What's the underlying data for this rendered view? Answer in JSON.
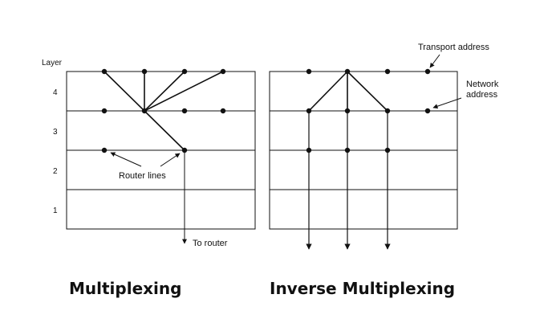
{
  "colors": {
    "ink": "#111111",
    "background": "#ffffff"
  },
  "layer_axis": {
    "title": "Layer",
    "layers": [
      "4",
      "3",
      "2",
      "1"
    ]
  },
  "annotations": {
    "router_lines": "Router lines",
    "to_router": "To router",
    "transport_address": "Transport address",
    "network_address_line1": "Network",
    "network_address_line2": "address"
  },
  "captions": {
    "left": "Multiplexing",
    "right": "Inverse Multiplexing"
  }
}
